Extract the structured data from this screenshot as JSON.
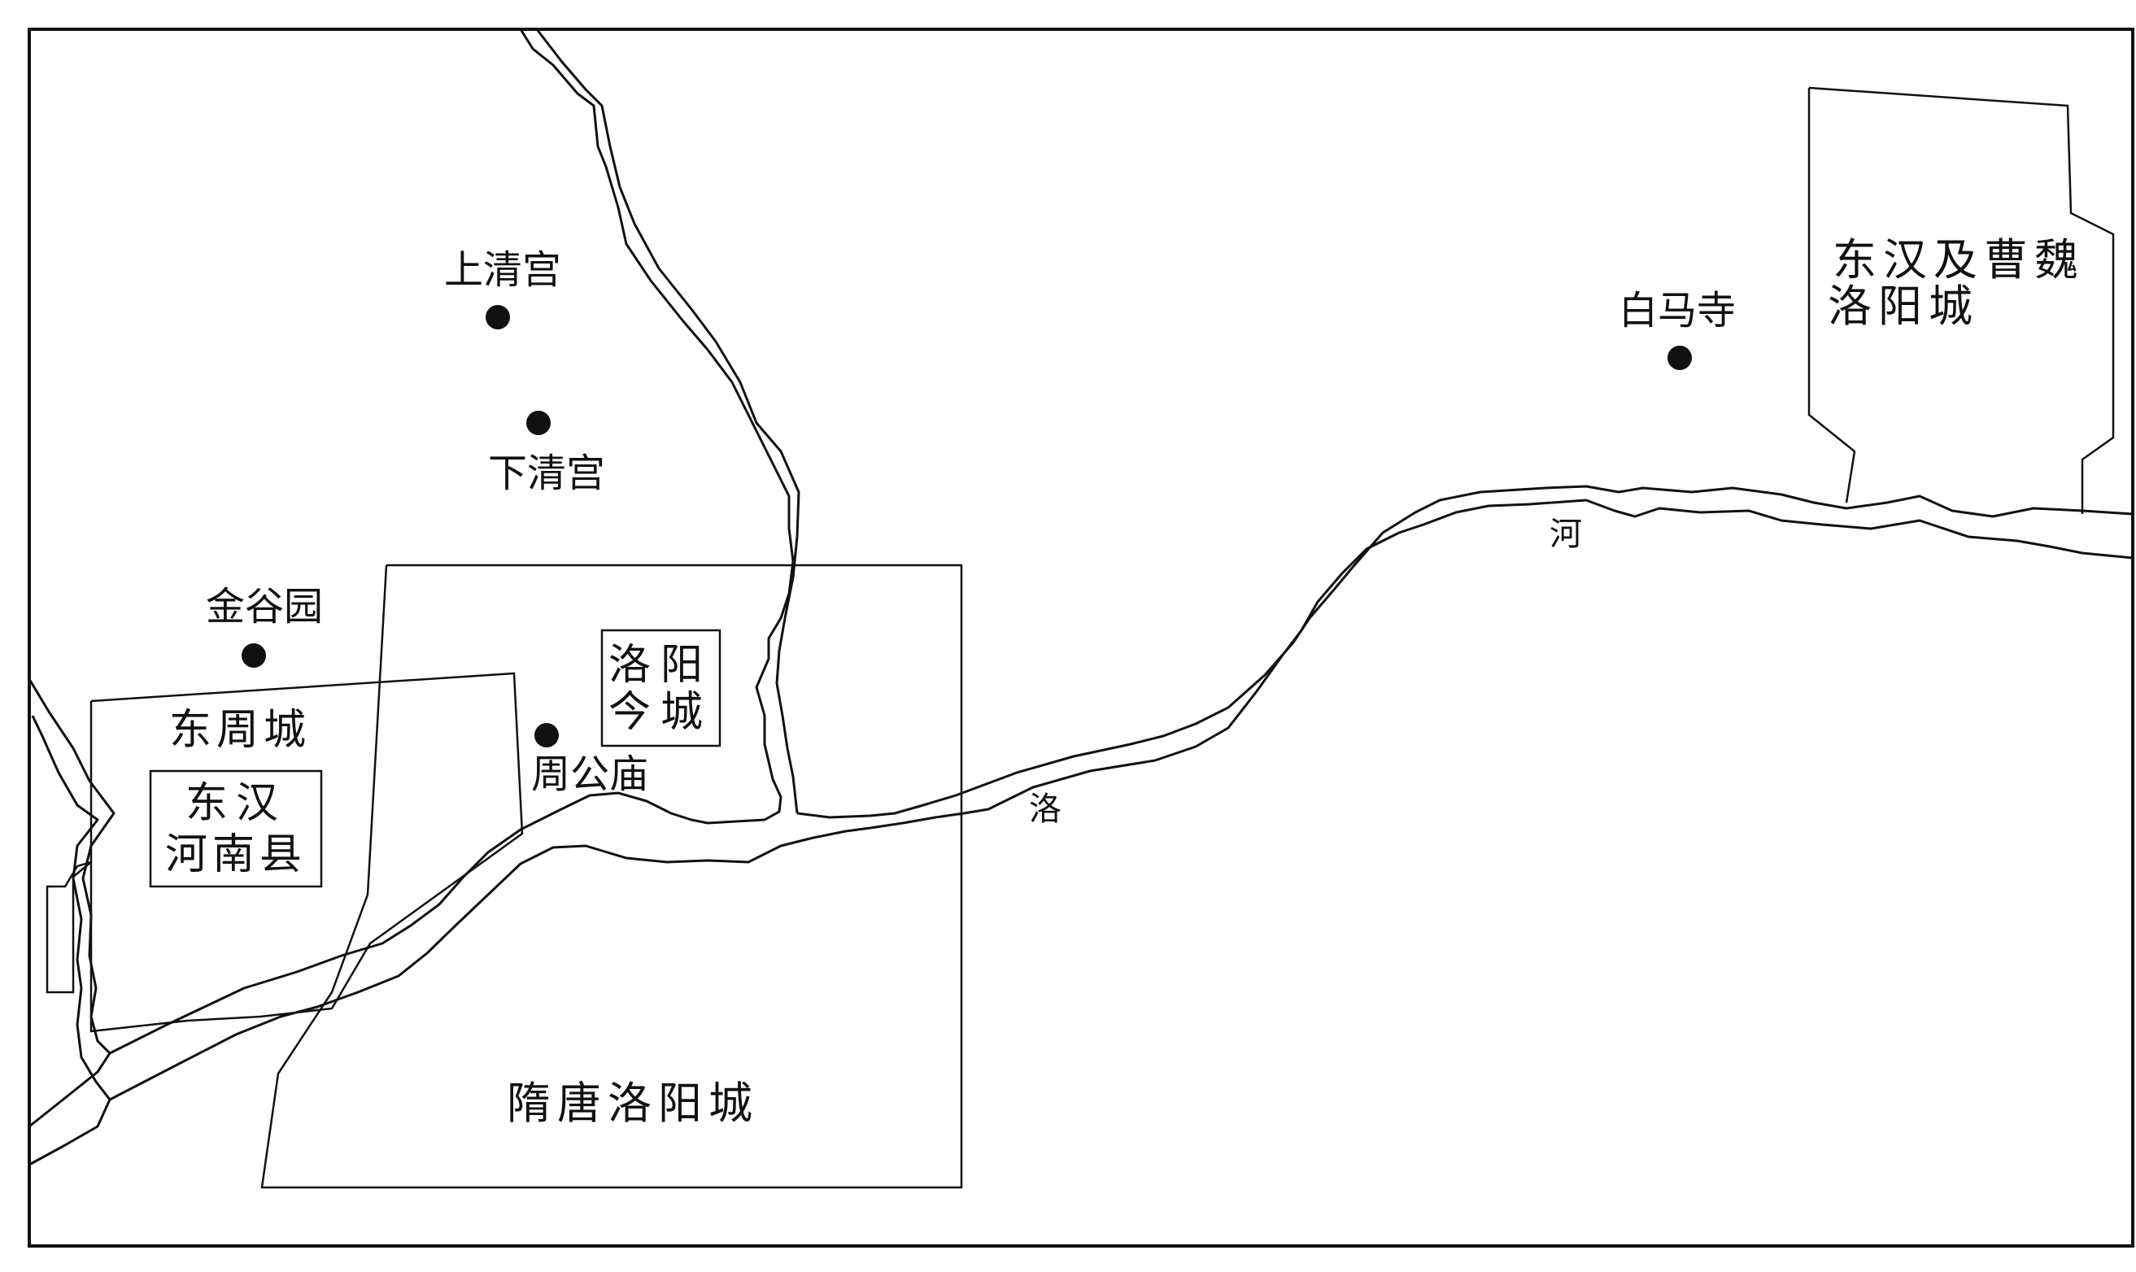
{
  "colors": {
    "ink": "#111111",
    "background": "#ffffff"
  },
  "map": {
    "sites": [
      {
        "id": "shangqinggong",
        "label": "上清宫"
      },
      {
        "id": "xiaqinggong",
        "label": "下清宫"
      },
      {
        "id": "jinguyuan",
        "label": "金谷园"
      },
      {
        "id": "zhougongmiao",
        "label": "周公庙"
      },
      {
        "id": "baimasi",
        "label": "白马寺"
      }
    ],
    "cities": {
      "dongzhou": "东周城",
      "donghan_henan_line1": "东汉",
      "donghan_henan_line2": "河南县",
      "luoyang_today_line1": "洛阳",
      "luoyang_today_line2": "今城",
      "suitang": "隋唐洛阳城",
      "donghan_caowei_line1": "东汉及曹魏",
      "donghan_caowei_line2": "洛阳城"
    },
    "river": {
      "char1": "洛",
      "char2": "河"
    }
  }
}
